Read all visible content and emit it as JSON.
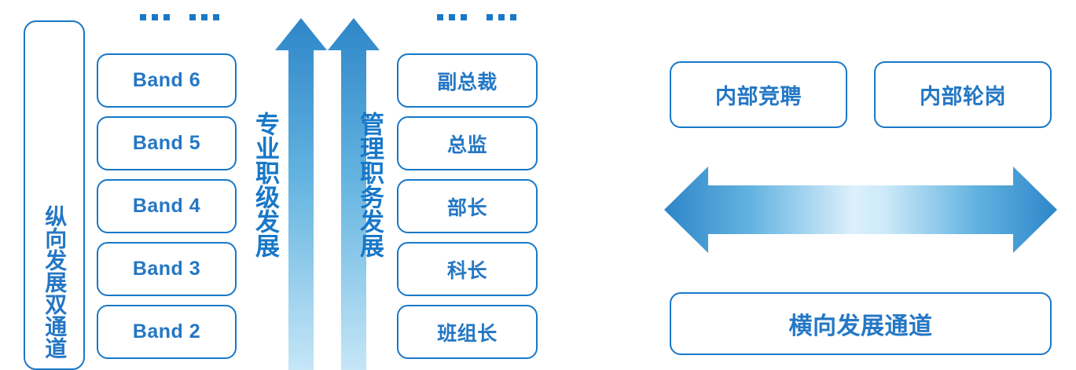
{
  "colors": {
    "stroke": "#1878C8",
    "text": "#2577C4",
    "arrow_dark": "#2E86C8",
    "arrow_mid": "#5BAEDE",
    "arrow_light": "#BFE2F5"
  },
  "left_panel": {
    "vertical_channel_label": "纵向发展双通道",
    "band_ellipsis": "... ...",
    "role_ellipsis": "... ...",
    "bands": [
      {
        "label": "Band 6"
      },
      {
        "label": "Band 5"
      },
      {
        "label": "Band 4"
      },
      {
        "label": "Band 3"
      },
      {
        "label": "Band 2"
      }
    ],
    "roles": [
      {
        "label": "副总裁"
      },
      {
        "label": "总监"
      },
      {
        "label": "部长"
      },
      {
        "label": "科长"
      },
      {
        "label": "班组长"
      }
    ],
    "arrows": [
      {
        "caption": "专业职级发展",
        "direction": "up"
      },
      {
        "caption": "管理职务发展",
        "direction": "up"
      }
    ]
  },
  "right_panel": {
    "internal_bid_label": "内部竞聘",
    "internal_rotation_label": "内部轮岗",
    "horizontal_channel_label": "横向发展通道",
    "arrow": {
      "direction": "left-right"
    }
  }
}
